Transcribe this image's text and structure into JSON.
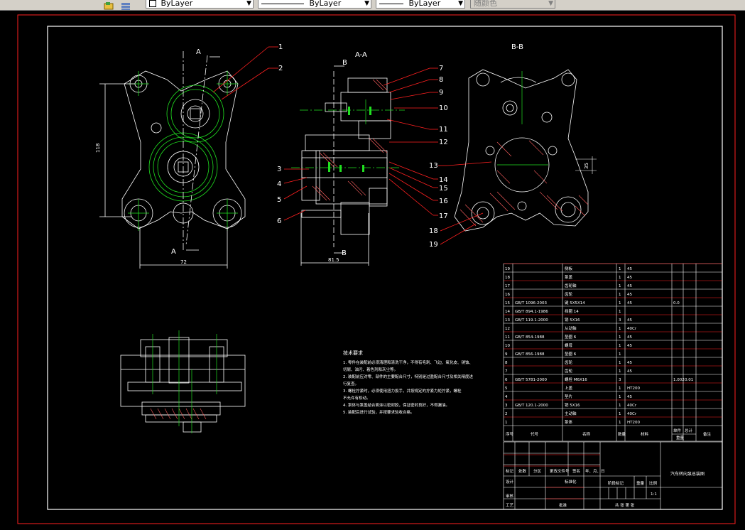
{
  "toolbar": {
    "layer_label": "ByLayer",
    "linetype_label": "ByLayer",
    "lineweight_label": "ByLayer",
    "color_label": "随颜色"
  },
  "drawing": {
    "view_labels": {
      "section_aa": "A-A",
      "section_bb": "B-B",
      "cut_a_top": "A",
      "cut_a_bottom": "A",
      "cut_b_top": "B",
      "cut_b_bottom": "B"
    },
    "dimensions": {
      "front_height": "118",
      "front_width": "72",
      "side_width": "81.5",
      "bb_dim": "35"
    },
    "balloons": [
      "1",
      "2",
      "3",
      "4",
      "5",
      "6",
      "7",
      "8",
      "9",
      "10",
      "11",
      "12",
      "13",
      "14",
      "15",
      "16",
      "17",
      "18",
      "19"
    ],
    "notes_title": "技术要求",
    "notes": [
      "1. 零件在装配前必须清理和清洗干净，不得有毛刺、飞边、氧化皮、锈蚀、",
      "切屑、油污、着色剂和灰尘等。",
      "2. 装配前应对零、部件的主要配合尺寸，特别是过盈配合尺寸及相关精度进",
      "行复查。",
      "3. 螺栓拧紧时，必须使用扭力扳手，并按规定的拧紧力矩拧紧，螺栓",
      "不允许有松动。",
      "4. 泵体与泵盖结合面涂以密封胶，保证密封良好，不得漏油。",
      "5. 装配后进行试验，并按要求验收合格。"
    ]
  },
  "bom": {
    "rows": [
      {
        "no": "19",
        "code": "",
        "name": "侧板",
        "qty": "1",
        "mat": "45",
        "w1": "",
        "w2": ""
      },
      {
        "no": "18",
        "code": "",
        "name": "泵盖",
        "qty": "1",
        "mat": "45",
        "w1": "",
        "w2": ""
      },
      {
        "no": "17",
        "code": "",
        "name": "齿轮轴",
        "qty": "1",
        "mat": "45",
        "w1": "",
        "w2": ""
      },
      {
        "no": "16",
        "code": "",
        "name": "齿轮",
        "qty": "1",
        "mat": "45",
        "w1": "",
        "w2": ""
      },
      {
        "no": "15",
        "code": "GB/T 1096-2003",
        "name": "键 5X5X14",
        "qty": "1",
        "mat": "45",
        "w1": "0.0",
        "w2": ""
      },
      {
        "no": "14",
        "code": "GB/T 894.1-1986",
        "name": "挡圈 14",
        "qty": "1",
        "mat": "",
        "w1": "",
        "w2": ""
      },
      {
        "no": "13",
        "code": "GB/T 119.1-2000",
        "name": "销 5X16",
        "qty": "3",
        "mat": "45",
        "w1": "",
        "w2": ""
      },
      {
        "no": "12",
        "code": "",
        "name": "从动轴",
        "qty": "1",
        "mat": "40Cr",
        "w1": "",
        "w2": ""
      },
      {
        "no": "11",
        "code": "GB/T 854-1988",
        "name": "垫圈 6",
        "qty": "1",
        "mat": "45",
        "w1": "",
        "w2": ""
      },
      {
        "no": "10",
        "code": "",
        "name": "螺母",
        "qty": "1",
        "mat": "45",
        "w1": "",
        "w2": ""
      },
      {
        "no": "9",
        "code": "GB/T 856-1988",
        "name": "垫圈 6",
        "qty": "1",
        "mat": "",
        "w1": "",
        "w2": ""
      },
      {
        "no": "8",
        "code": "",
        "name": "齿轮",
        "qty": "1",
        "mat": "45",
        "w1": "",
        "w2": ""
      },
      {
        "no": "7",
        "code": "",
        "name": "齿轮",
        "qty": "1",
        "mat": "45",
        "w1": "",
        "w2": ""
      },
      {
        "no": "6",
        "code": "GB/T 5781-2000",
        "name": "螺栓 M6X16",
        "qty": "3",
        "mat": "",
        "w1": "1.002",
        "w2": "0.01"
      },
      {
        "no": "5",
        "code": "",
        "name": "上盖",
        "qty": "1",
        "mat": "HT200",
        "w1": "",
        "w2": ""
      },
      {
        "no": "4",
        "code": "",
        "name": "垫片",
        "qty": "1",
        "mat": "45",
        "w1": "",
        "w2": ""
      },
      {
        "no": "3",
        "code": "GB/T 120.1-2000",
        "name": "销 5X16",
        "qty": "1",
        "mat": "40Cr",
        "w1": "",
        "w2": ""
      },
      {
        "no": "2",
        "code": "",
        "name": "主动轴",
        "qty": "1",
        "mat": "40Cr",
        "w1": "",
        "w2": ""
      },
      {
        "no": "1",
        "code": "",
        "name": "泵体",
        "qty": "1",
        "mat": "HT200",
        "w1": "",
        "w2": ""
      }
    ],
    "header": {
      "no": "序号",
      "code": "代号",
      "name": "名称",
      "qty": "数量",
      "mat": "材料",
      "w1": "单件",
      "w2": "总计",
      "weight": "重量",
      "note": "备注"
    }
  },
  "title_block": {
    "title": "汽车转向泵总装图",
    "row_labels": [
      "标记",
      "处数",
      "分区",
      "更改文件号",
      "签名",
      "年、月、日"
    ],
    "design": "设计",
    "standard": "标准化",
    "review": "审核",
    "process": "工艺",
    "approve": "批准",
    "stage": "阶段标记",
    "weight": "重量",
    "scale": "比例",
    "scale_val": "1:1",
    "sheets": "共    张 第    张"
  }
}
